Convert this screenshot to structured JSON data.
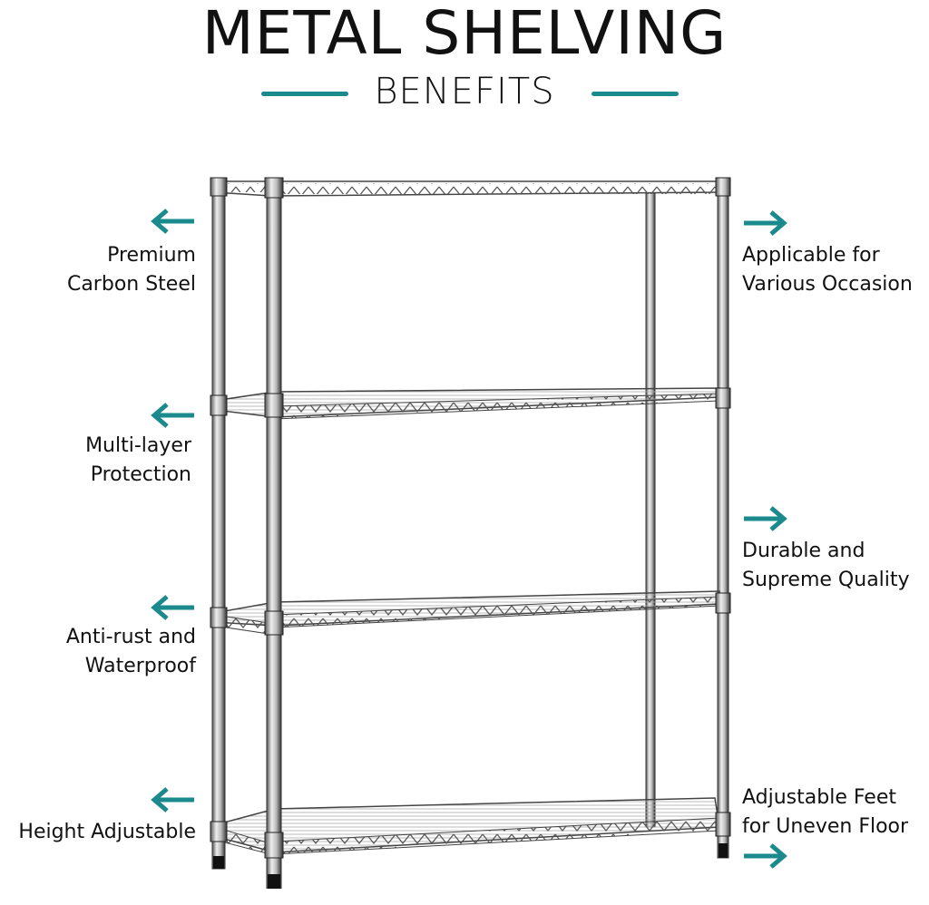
{
  "header": {
    "title": "METAL SHELVING",
    "subtitle": "BENEFITS"
  },
  "colors": {
    "accent": "#1a8a8c",
    "text": "#111111",
    "background": "#ffffff"
  },
  "benefits_left": [
    {
      "line1": "Premium",
      "line2": "Carbon Steel",
      "arrow": "arrow-left-icon"
    },
    {
      "line1": "Multi-layer",
      "line2": "Protection",
      "arrow": "arrow-left-icon"
    },
    {
      "line1": "Anti-rust and",
      "line2": "Waterproof",
      "arrow": "arrow-left-icon"
    },
    {
      "line1": "",
      "line2": "Height Adjustable",
      "arrow": "arrow-left-icon"
    }
  ],
  "benefits_right": [
    {
      "line1": "Applicable for",
      "line2": "Various Occasion",
      "arrow": "arrow-right-icon"
    },
    {
      "line1": "Durable and",
      "line2": "Supreme Quality",
      "arrow": "arrow-right-icon"
    },
    {
      "line1": "Adjustable Feet",
      "line2": "for Uneven Floor",
      "arrow": "arrow-right-icon"
    }
  ],
  "product": {
    "name": "4-tier wire shelving rack",
    "tiers": 4
  }
}
